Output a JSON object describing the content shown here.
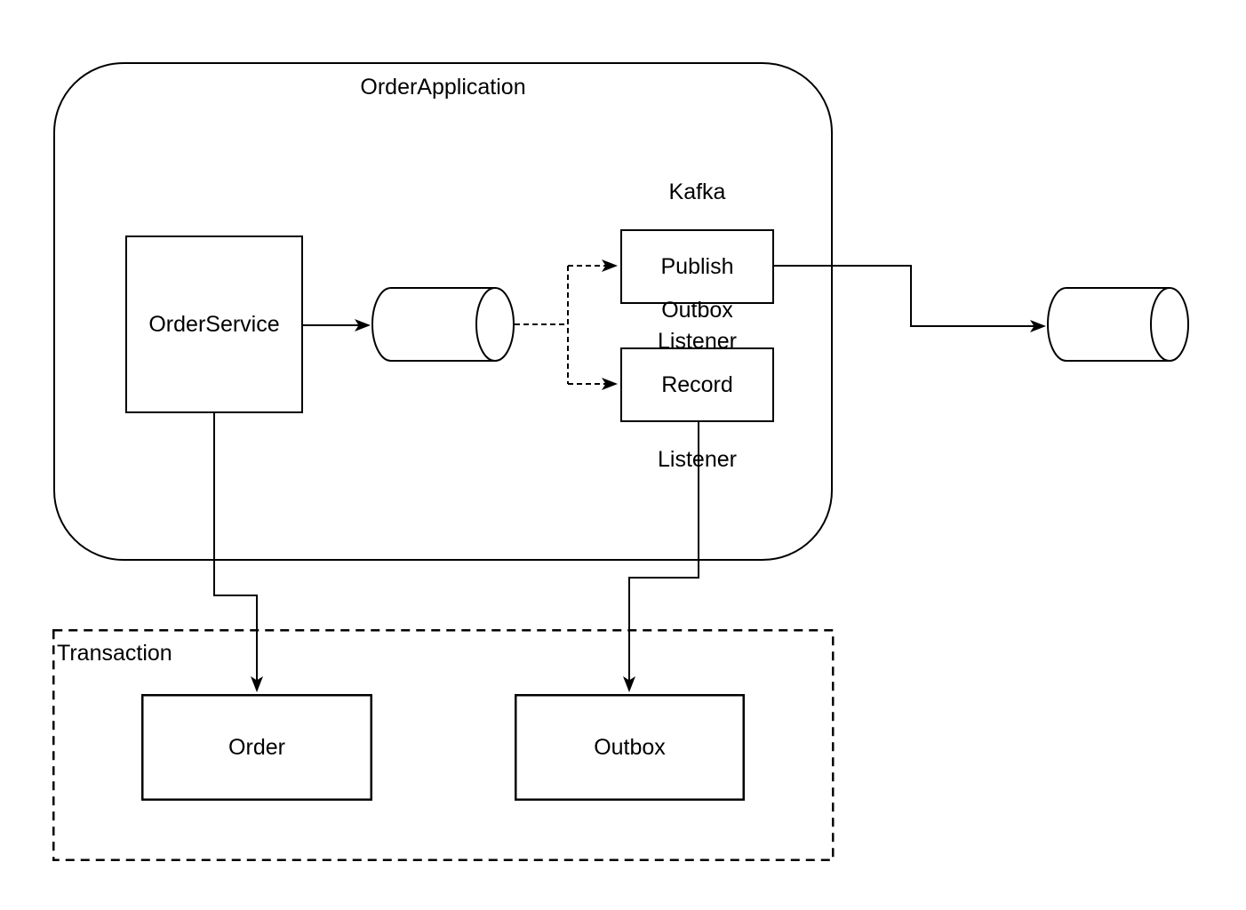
{
  "diagram": {
    "app_container": {
      "title": "OrderApplication"
    },
    "transaction_container": {
      "label": "Transaction"
    },
    "nodes": {
      "order_service": {
        "label": "OrderService"
      },
      "kafka_publish_listener": {
        "lines": [
          "Kafka",
          "Publish",
          "Listener"
        ]
      },
      "outbox_record_listener": {
        "lines": [
          "Outbox",
          "Record",
          "Listener"
        ]
      },
      "order_table": {
        "label": "Order"
      },
      "outbox_table": {
        "label": "Outbox"
      }
    },
    "shapes": {
      "internal_queue": "cylinder",
      "external_queue": "cylinder"
    },
    "colors": {
      "stroke": "#000000",
      "background": "#ffffff",
      "text": "#000000"
    }
  }
}
